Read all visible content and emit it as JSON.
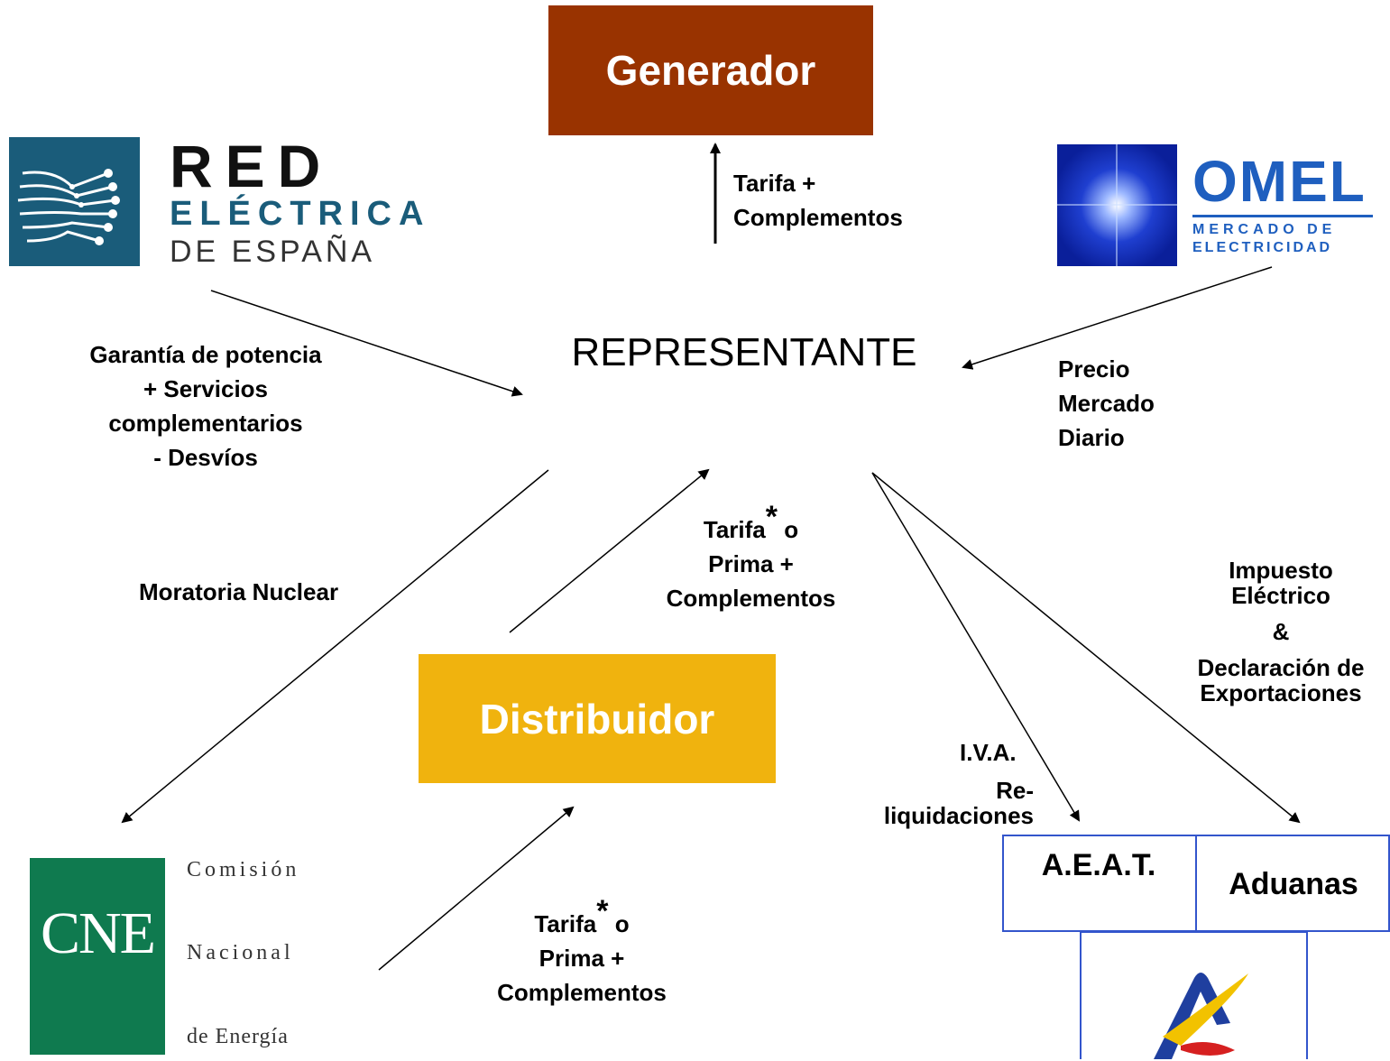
{
  "nodes": {
    "generador": "Generador",
    "representante": "REPRESENTANTE",
    "distribuidor": "Distribuidor",
    "aeat": "A.E.A.T.",
    "aduanas": "Aduanas"
  },
  "logos": {
    "ree": {
      "line1": "RED",
      "line2": "ELÉCTRICA",
      "line3": "DE ESPAÑA",
      "color": "#1a5c7a"
    },
    "omel": {
      "line1": "OMEL",
      "line2": "MERCADO DE",
      "line3": "ELECTRICIDAD",
      "color": "#1f5fbf"
    },
    "cne": {
      "abbr": "CNE",
      "line1": "Comisión",
      "line2": "Nacional",
      "line3": "de Energía",
      "color": "#0f7a4f"
    },
    "agencia": {
      "icon": "agencia-tributaria-logo"
    }
  },
  "labels": {
    "tarifa_complementos": {
      "l1": "Tarifa +",
      "l2": "Complementos"
    },
    "garantia": {
      "l1": "Garantía de potencia",
      "l2": "+ Servicios",
      "l3": "complementarios",
      "l4": "- Desvíos"
    },
    "precio": {
      "l1": "Precio",
      "l2": "Mercado",
      "l3": "Diario"
    },
    "moratoria": "Moratoria Nuclear",
    "tarifa_prima_top": {
      "tarifa": "Tarifa",
      "star": "*",
      "o": " o",
      "l2": "Prima +",
      "l3": "Complementos"
    },
    "tarifa_prima_bottom": {
      "tarifa": "Tarifa",
      "star": "*",
      "o": " o",
      "l2": "Prima +",
      "l3": "Complementos"
    },
    "impuesto": {
      "l1": "Impuesto",
      "l2": "Eléctrico",
      "amp": "&",
      "l3": "Declaración de",
      "l4": "Exportaciones"
    },
    "iva": "I.V.A.",
    "reliq": {
      "l1": "Re-",
      "l2": "liquidaciones"
    }
  },
  "colors": {
    "generador": "#993300",
    "distribuidor": "#f0b30e",
    "aeat_border": "#3355cc"
  }
}
